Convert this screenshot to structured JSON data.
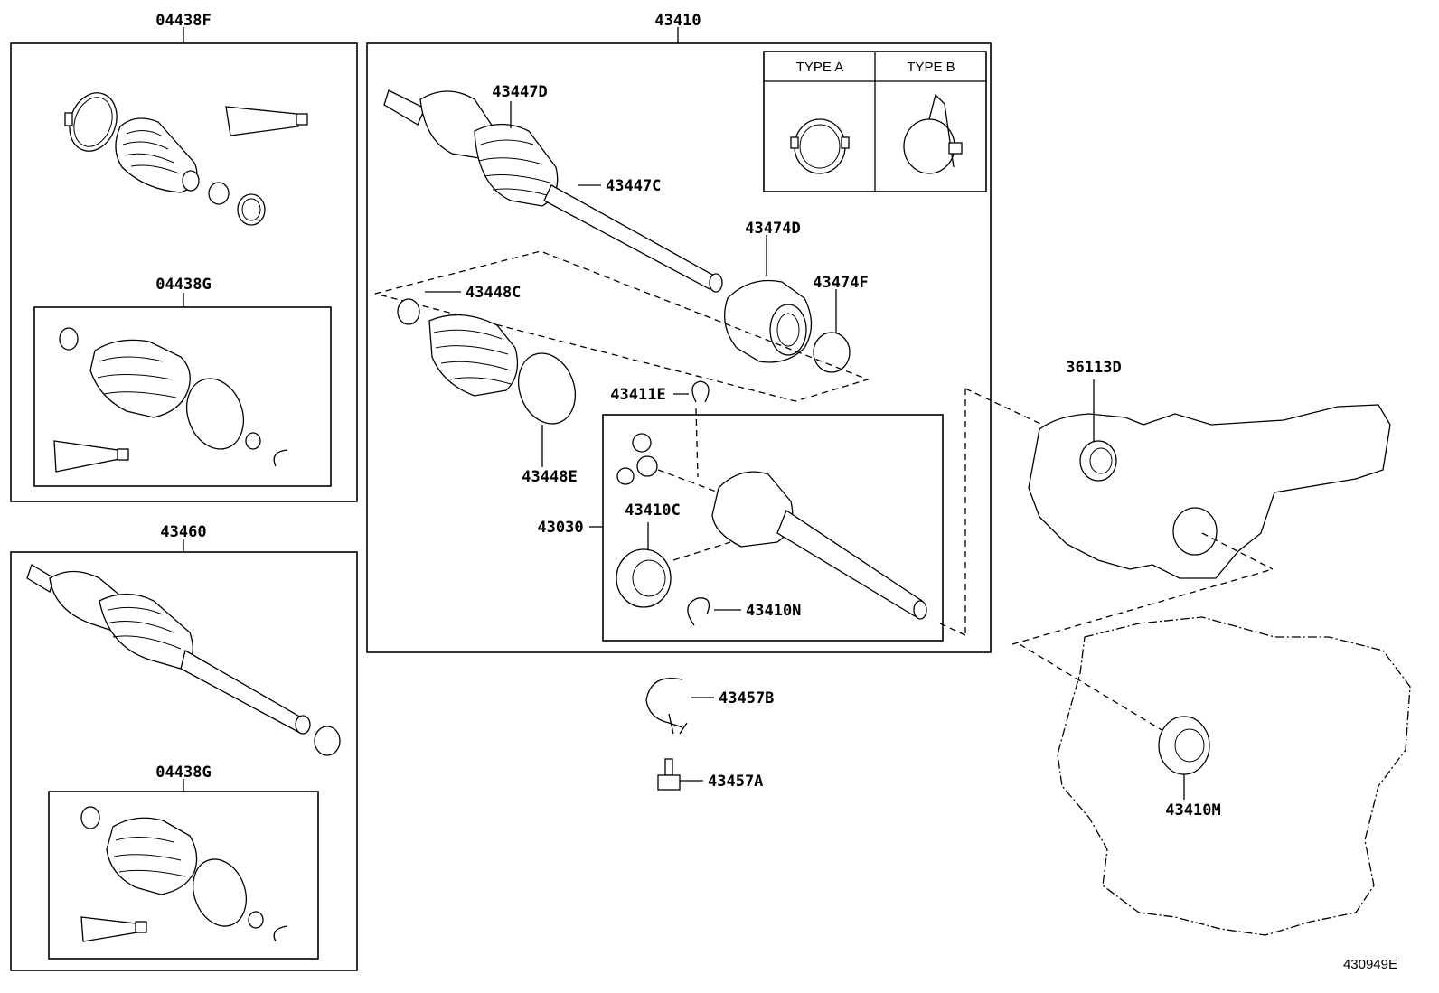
{
  "labels": {
    "kit_04438F": "04438F",
    "kit_04438G_a": "04438G",
    "assy_43460": "43460",
    "kit_04438G_b": "04438G",
    "assy_43410": "43410",
    "p43447D": "43447D",
    "p43447C": "43447C",
    "p43474D": "43474D",
    "p43474F": "43474F",
    "p43448C": "43448C",
    "p43448E": "43448E",
    "p43411E": "43411E",
    "p43030": "43030",
    "p43410C": "43410C",
    "p43410N": "43410N",
    "p43457B": "43457B",
    "p43457A": "43457A",
    "p36113D": "36113D",
    "p43410M": "43410M"
  },
  "type_table": {
    "type_a": "TYPE A",
    "type_b": "TYPE B"
  },
  "diagram_ref": "430949E"
}
